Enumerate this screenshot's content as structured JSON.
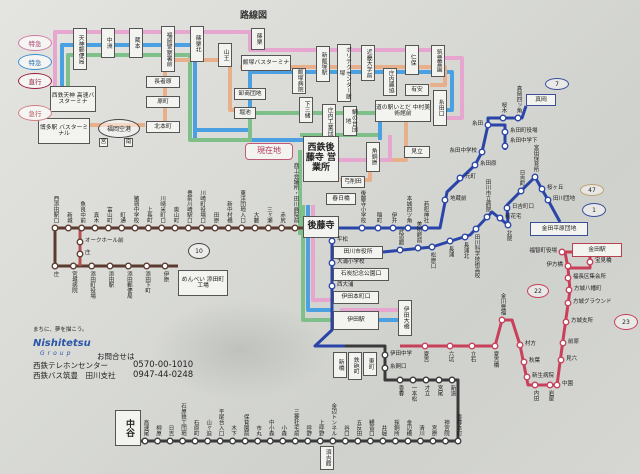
{
  "title": "路線図",
  "legend": [
    {
      "label": "特急",
      "color": "#d07aa0"
    },
    {
      "label": "特急",
      "color": "#3a8fd0"
    },
    {
      "label": "直行",
      "color": "#9a2040"
    },
    {
      "label": "急行",
      "color": "#d08080"
    }
  ],
  "colors": {
    "pink": "#e7a6cf",
    "blue": "#4aa0e0",
    "green": "#7fc08a",
    "orange": "#e8b08a",
    "brown": "#5b3b30",
    "navy": "#2a45a8",
    "red": "#c8405a",
    "dark": "#3a3a3a"
  },
  "boxes": [
    "天神郵便局",
    "中洲",
    "蔵本",
    "福岡警察署前",
    "篠栗北",
    "山王",
    "篠栗",
    "飯塚バスターミナ",
    "飯塚病院",
    "新飯塚駅",
    "ポリテクセンター飯塚",
    "近畿大学前",
    "庄内農協",
    "仁保",
    "筑豊霊園",
    "有安",
    "道の駅いとだ 中村美術館前",
    "糸田口",
    "長者原",
    "原町",
    "北本町",
    "西鉄天神 高速バスターミナ",
    "博多駅 バスターミナル",
    "卸商団地",
    "堀池",
    "下三緒",
    "庄内工業団地",
    "鯛の台団地",
    "西鉄後藤寺 営業所",
    "角銅原",
    "見立",
    "弓削田",
    "春日橋",
    "後藤寺",
    "田川市役所",
    "石炭記念公園口",
    "伊田本町口",
    "伊田駅",
    "伊田大橋",
    "真岡",
    "金田平原団地",
    "金田駅",
    "めんべい 添田町工場",
    "中谷",
    "須吉館",
    "新橋",
    "鉄砲町",
    "東町",
    "宮",
    "南"
  ],
  "current_location": "現在地",
  "airport": "福岡空港",
  "route_numbers": [
    "7",
    "47",
    "1",
    "22",
    "23",
    "10"
  ],
  "lines": {
    "west_main": [
      "西添田駅口",
      "新城",
      "魚良中前",
      "真木",
      "富山町",
      "町通",
      "猪嶺中学校",
      "上長町",
      "川崎米町口",
      "奥山町",
      "豊前川崎駅口",
      "川崎町役場口",
      "田原",
      "新中村橋",
      "東洋団地入口",
      "大藪",
      "三ヶ瀬",
      "赤尻",
      "商工会議所・田川病院前"
    ],
    "west_branch": [
      "オークホール前",
      "庄"
    ],
    "west_lower": [
      "庄",
      "宮城病院",
      "添田町役場",
      "添田駅",
      "添田郵便局",
      "添田下町",
      "伊原"
    ],
    "northeast": [
      "後藤寺小学校",
      "稲町",
      "伊井",
      "本城四ツ角",
      "若松神社",
      "地蔵前",
      "元町",
      "糸田原",
      "糸田中学校",
      "糸田",
      "桜木",
      "真岡四ッ角"
    ],
    "northeast_spur": [
      "糸田町役場",
      "糸田中学下"
    ],
    "east": [
      "武道館",
      "美術館前",
      "松原口",
      "長浦",
      "長浦北",
      "田川科学技術高校",
      "田川市立病院",
      "籾花宅",
      "北院",
      "日吉町口",
      "日吉町",
      "宮田保育所",
      "桜ヶ丘",
      "田川団地"
    ],
    "red": [
      "夏吉",
      "六坑",
      "立石",
      "夏吉橋",
      "金川豊福",
      "村方",
      "秋葉",
      "新生病院",
      "内田",
      "岩屋",
      "中園",
      "見六",
      "前原",
      "方城支所",
      "方城グラウンド",
      "方城八幡町",
      "福長区集会所",
      "伊方橋"
    ],
    "red_spur": [
      "福智町役場",
      "宝見橋"
    ],
    "south_vertical": [
      "伊田中学",
      "糸飼口"
    ],
    "south_top": [
      "香春",
      "一本松",
      "才立",
      "宮尾",
      "新道"
    ],
    "south_bottom": [
      "香春本町",
      "神宮院",
      "宮原",
      "清川",
      "金辺橋",
      "採銅所",
      "井堀",
      "観音口",
      "五反田",
      "谷口",
      "金辺トンネル",
      "上呼野",
      "呼野",
      "三菱社宅前",
      "小森",
      "中小森",
      "市丸",
      "保育園前",
      "木下",
      "平尾台入口",
      "山ヶ迫",
      "石原町",
      "石原鉄工団地",
      "日吉",
      "柳原",
      "高速尾"
    ],
    "city_stops": [
      "平松",
      "大浦小学校",
      "西大浦"
    ]
  },
  "info": {
    "slogan": "まちに、夢を描こう。",
    "brand": "Nishitetsu",
    "brand_sub": "Group",
    "inquiry": "お問合せは",
    "center_name": "西鉄テレホンセンター",
    "center_phone": "0570-00-1010",
    "branch_name": "西鉄バス筑豊　田川支社",
    "branch_phone": "0947-44-0248"
  }
}
